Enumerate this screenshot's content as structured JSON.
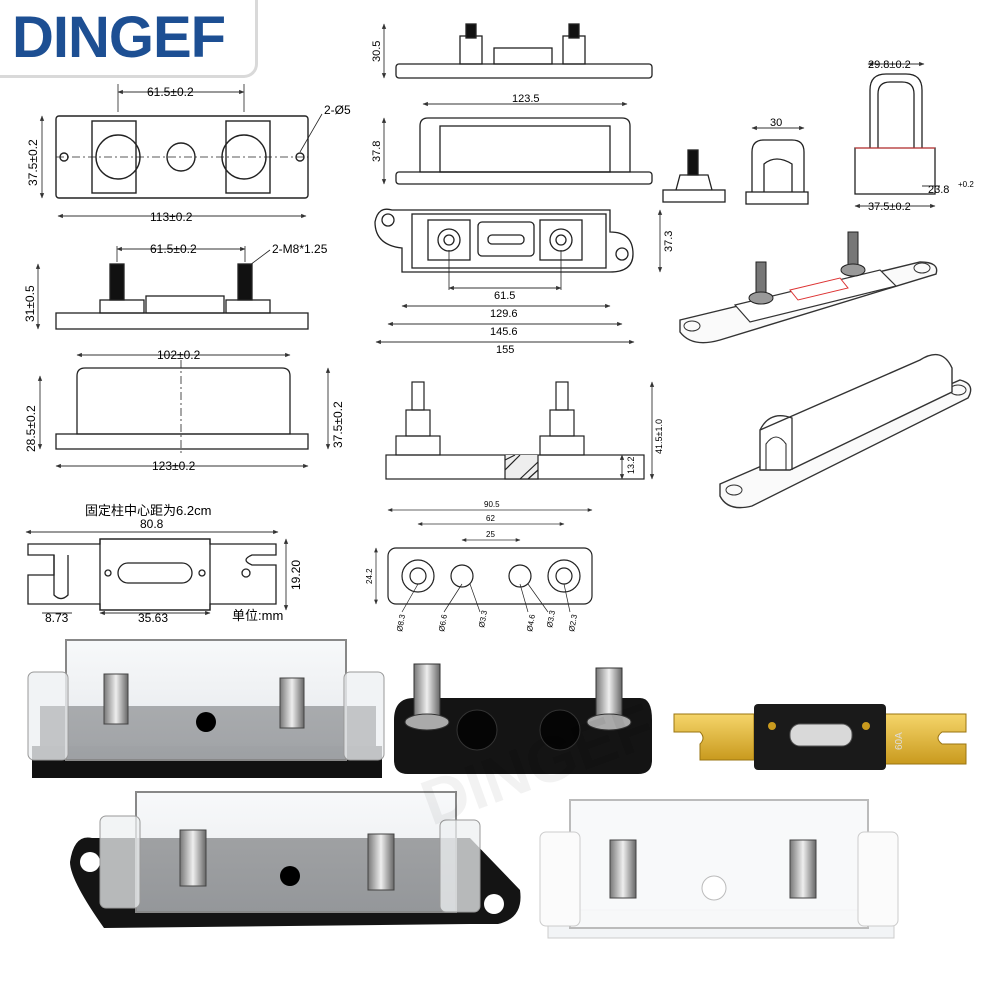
{
  "brand": {
    "logo_text": "DINGEF",
    "accent_color": "#1d4f93"
  },
  "views": {
    "top_view": {
      "pitch": "61.5±0.2",
      "holes": "2-Ø5",
      "width": "113±0.2",
      "height": "37.5±0.2"
    },
    "side_view": {
      "pitch": "61.5±0.2",
      "studs": "2-M8*1.25",
      "height": "31±0.5"
    },
    "cover_view": {
      "top_length": "102±0.2",
      "bottom_length": "123±0.2",
      "inner_height": "28.5±0.2",
      "outer_height": "37.5±0.2"
    },
    "fuse": {
      "caption": "固定柱中心距为6.2cm",
      "length": "80.8",
      "body": "35.63",
      "slot": "8.73",
      "width": "19.20",
      "unit": "单位:mm"
    },
    "holder_side": {
      "height": "30.5"
    },
    "holder_front": {
      "length": "123.5",
      "height": "37.8"
    },
    "holder_top": {
      "height": "37.3",
      "d1": "61.5",
      "d2": "129.6",
      "d3": "145.6",
      "d4": "155"
    },
    "end_view": {
      "width": "30"
    },
    "cover_end": {
      "top": "29.8±0.2",
      "right": "23.8",
      "right_tol": "+0.2",
      "bottom": "37.5±0.2"
    },
    "section": {
      "height": "41.5±1.0",
      "base": "13.2"
    },
    "base_plan": {
      "length": "90.5",
      "pitch": "62",
      "inner": "25",
      "height": "24.2",
      "hole_a": "Ø8.3",
      "hole_b": "Ø6.6",
      "hole_c": "Ø3.3",
      "hole_d": "Ø4.6",
      "hole_e": "Ø3.3",
      "hole_f": "Ø2.3"
    }
  },
  "fuse_label": "60A",
  "watermark": "DINGEF"
}
